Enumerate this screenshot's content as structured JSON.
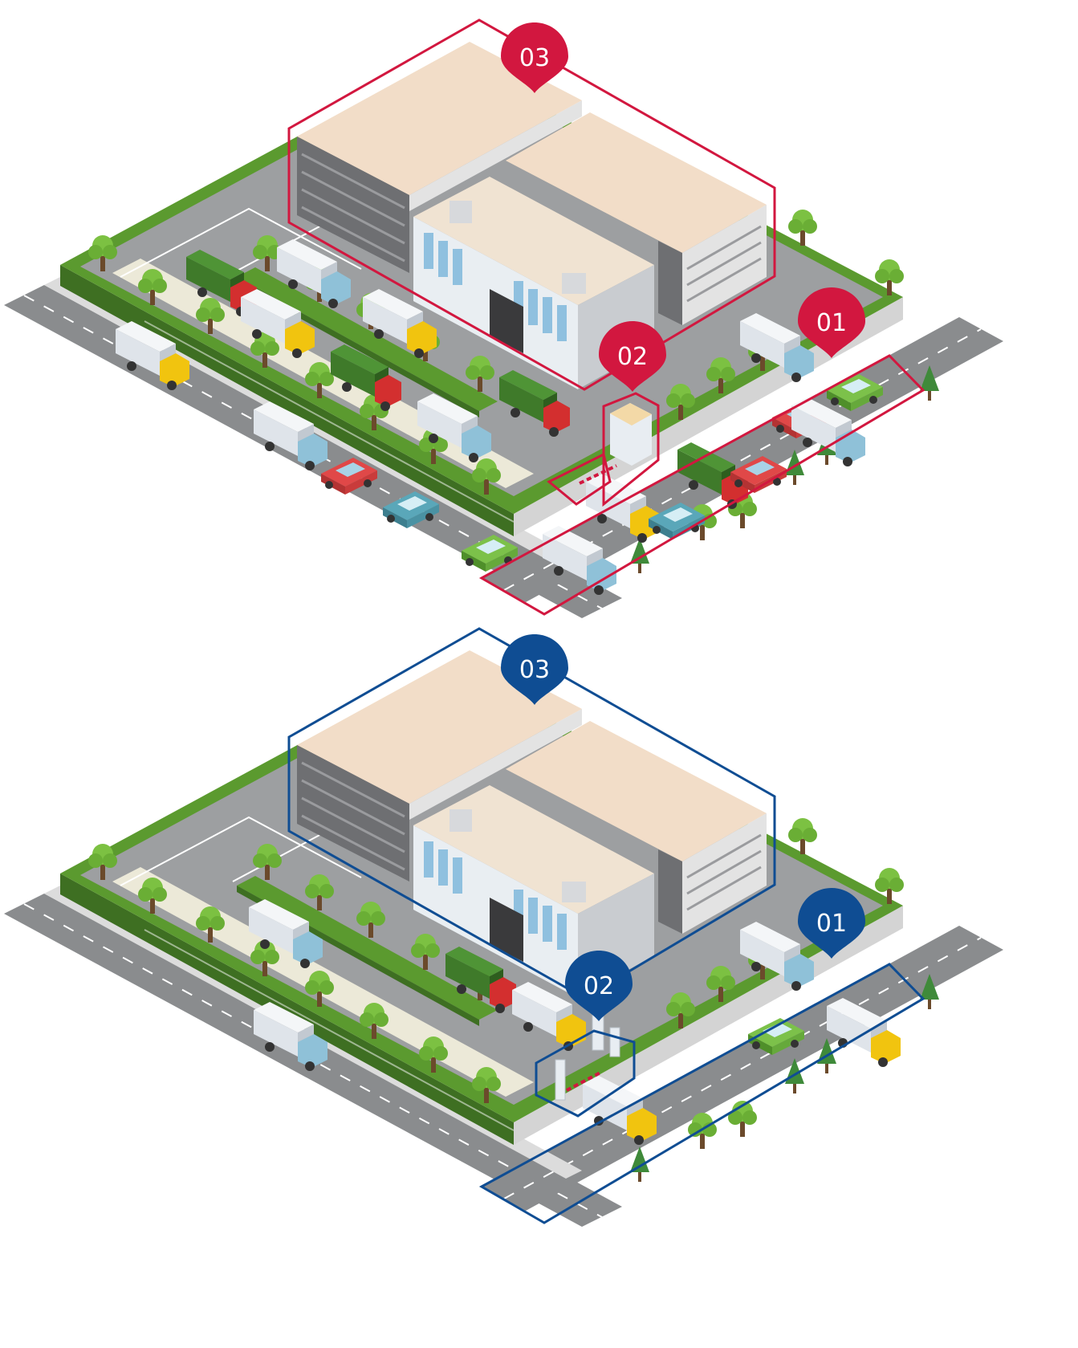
{
  "colors": {
    "red_accent": "#d2173f",
    "blue_accent": "#0f4d93",
    "road": "#8a8c8e",
    "parking": "#9d9fa1",
    "grass": "#5b9a2f",
    "building_wall": "#e3e3e3",
    "building_roof": "#f2ddc8"
  },
  "scenes": [
    {
      "variant": "red",
      "markers": [
        {
          "label": "03",
          "target": "warehouse-building"
        },
        {
          "label": "02",
          "target": "gatehouse"
        },
        {
          "label": "01",
          "target": "entrance-road"
        }
      ]
    },
    {
      "variant": "blue",
      "markers": [
        {
          "label": "03",
          "target": "warehouse-building"
        },
        {
          "label": "02",
          "target": "kiosk-gate"
        },
        {
          "label": "01",
          "target": "entrance-road"
        }
      ]
    }
  ]
}
